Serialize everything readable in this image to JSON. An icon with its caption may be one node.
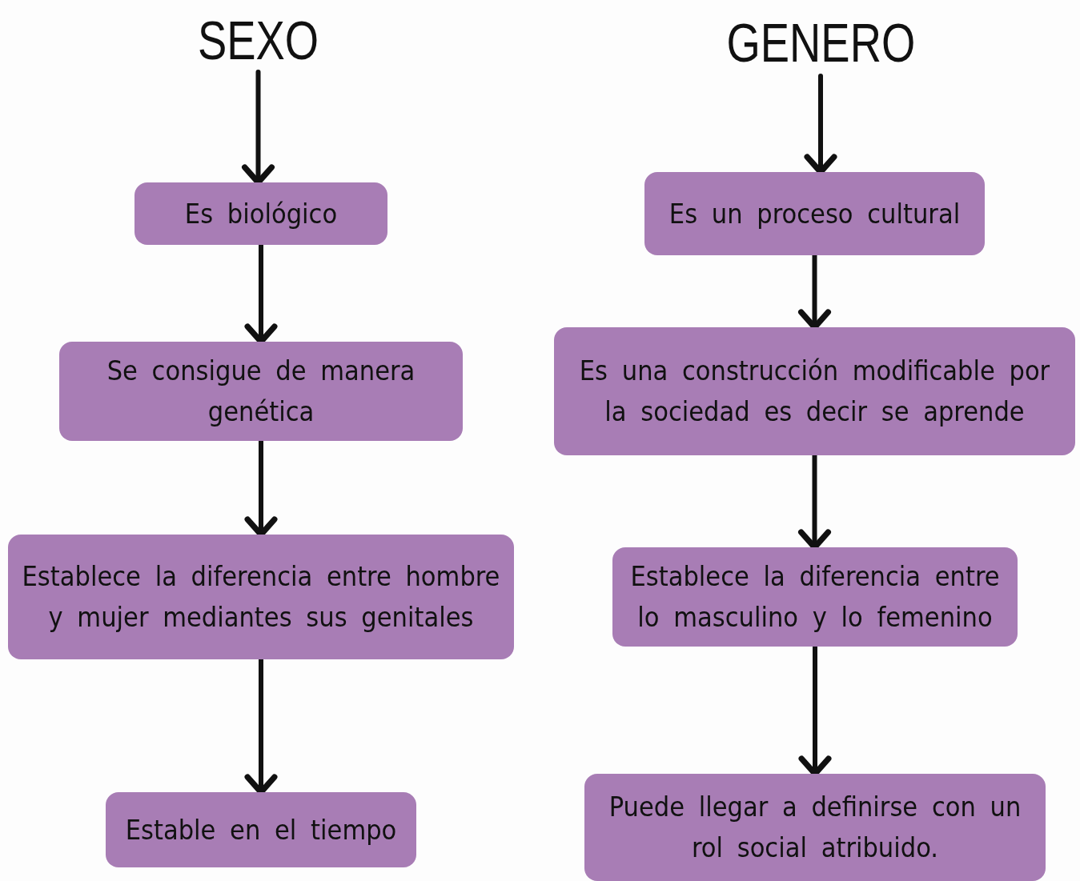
{
  "diagram": {
    "nodes": [
      {
        "text": [
          "SEXO"
        ]
      },
      {
        "text": [
          "Es biológico"
        ]
      },
      {
        "text": [
          "Se consigue de manera genética"
        ]
      },
      {
        "text": [
          "Establece la diferencia entre hombre y mujer mediantes sus genitales"
        ]
      },
      {
        "text": [
          "Estable en el tiempo"
        ]
      },
      {
        "text": [
          "GENERO"
        ]
      },
      {
        "text": [
          "Es un proceso cultural"
        ]
      },
      {
        "text": [
          "Es una construcción modificable por la sociedad es decir se aprende"
        ]
      },
      {
        "text": [
          "Establece la diferencia entre lo masculino y lo femenino"
        ]
      },
      {
        "text": [
          "Puede llegar a definirse con un rol social atribuido."
        ]
      }
    ],
    "edges": [
      {
        "from": 0,
        "to": 1,
        "arrow": "to"
      },
      {
        "from": 1,
        "to": 2,
        "arrow": "to"
      },
      {
        "from": 2,
        "to": 3,
        "arrow": "to"
      },
      {
        "from": 3,
        "to": 4,
        "arrow": "to"
      },
      {
        "from": 5,
        "to": 6,
        "arrow": "to"
      },
      {
        "from": 6,
        "to": 7,
        "arrow": "to"
      },
      {
        "from": 7,
        "to": 8,
        "arrow": "to"
      },
      {
        "from": 8,
        "to": 9,
        "arrow": "to"
      }
    ]
  }
}
